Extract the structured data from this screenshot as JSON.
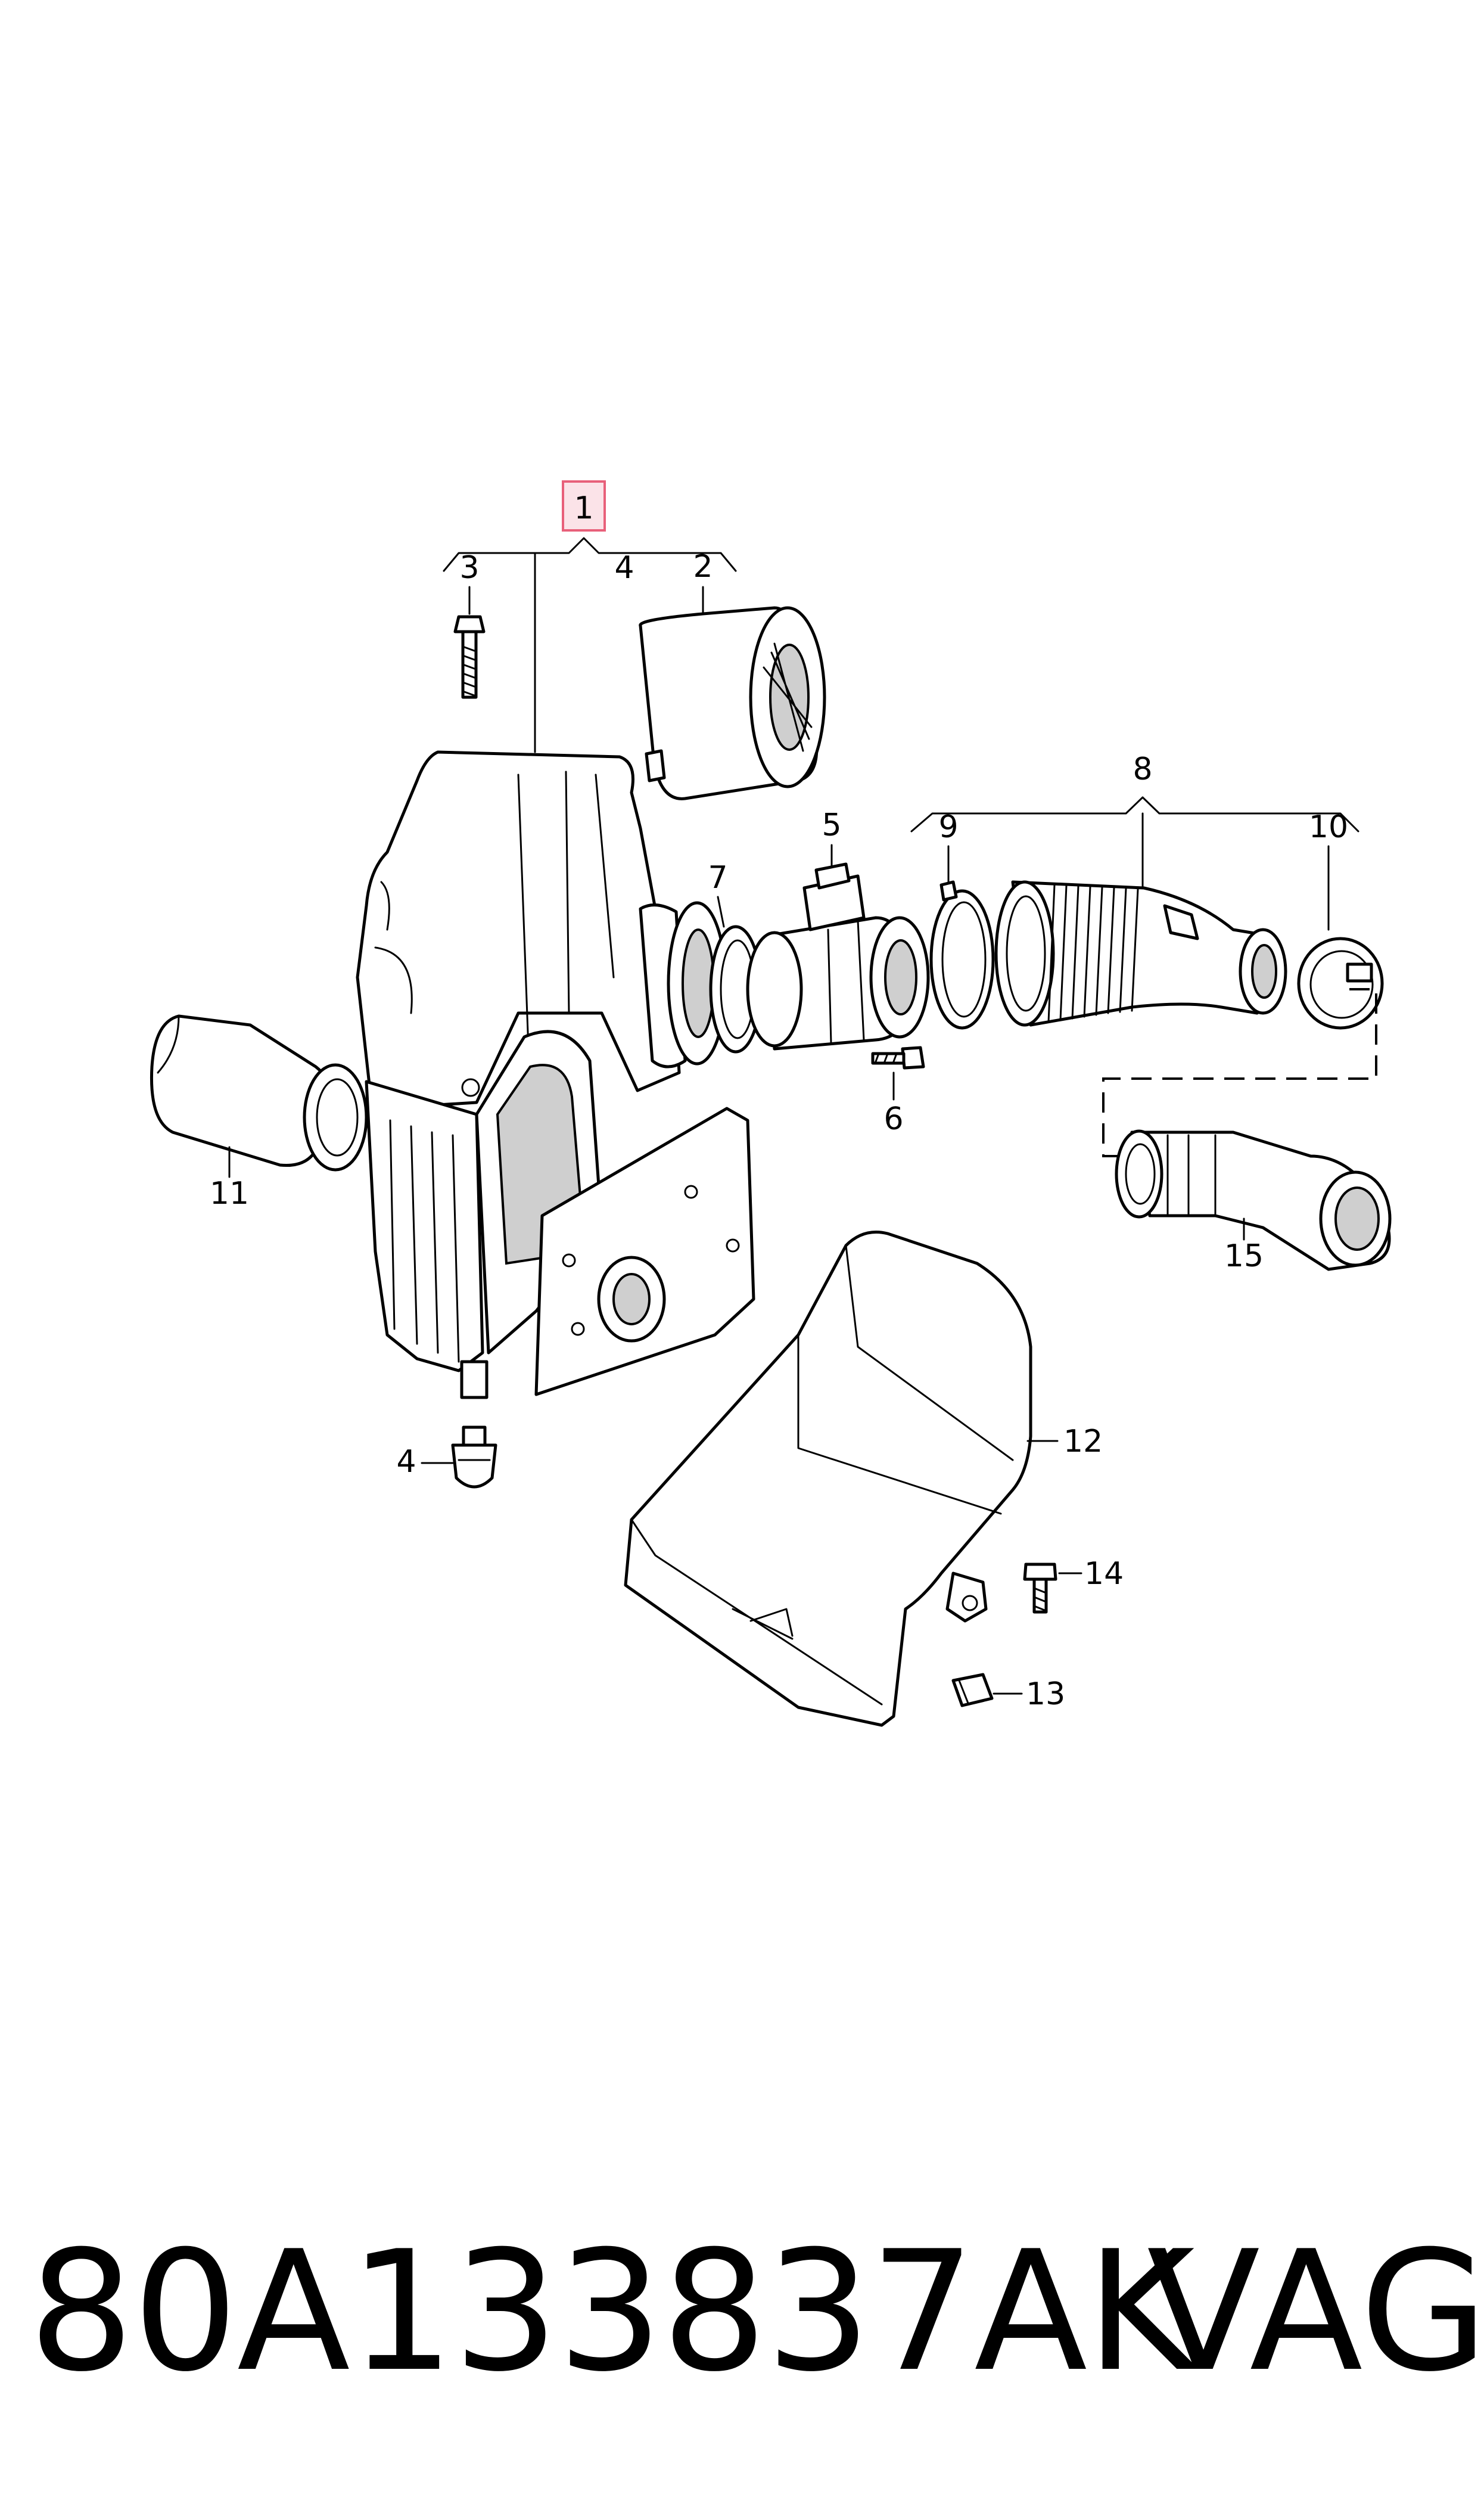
{
  "callouts": {
    "c1": "1",
    "c2": "2",
    "c3": "3",
    "c4a": "4",
    "c4b": "4",
    "c5": "5",
    "c6": "6",
    "c7": "7",
    "c8": "8",
    "c9": "9",
    "c10": "10",
    "c11": "11",
    "c12": "12",
    "c13": "13",
    "c14": "14",
    "c15": "15"
  },
  "footer": {
    "part_number": "80A133837AK",
    "brand": "VAG"
  },
  "colors": {
    "highlight_border": "#e8607a",
    "highlight_fill": "#fbe3e8"
  }
}
